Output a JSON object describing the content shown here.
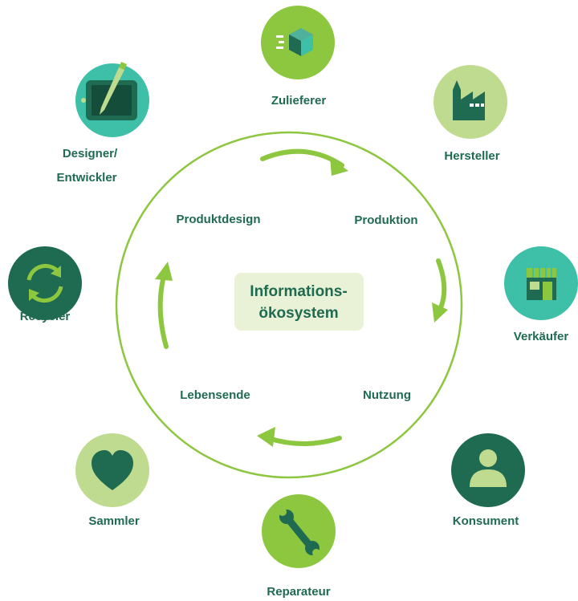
{
  "center": {
    "line1": "Informations-",
    "line2": "ökosystem"
  },
  "phases": {
    "produktdesign": "Produktdesign",
    "produktion": "Produktion",
    "nutzung": "Nutzung",
    "lebensende": "Lebensende"
  },
  "actors": {
    "zulieferer": "Zulieferer",
    "hersteller": "Hersteller",
    "verkaeufer": "Verkäufer",
    "konsument": "Konsument",
    "reparateur": "Reparateur",
    "sammler": "Sammler",
    "recycler": "Recycler",
    "designer_line1": "Designer/",
    "designer_line2": "Entwickler"
  },
  "colors": {
    "dark_green": "#1f6b52",
    "light_green": "#8dc63f",
    "pale_green": "#bfdb8f",
    "center_box": "#e9f1d6",
    "teal": "#3ebfa7"
  }
}
